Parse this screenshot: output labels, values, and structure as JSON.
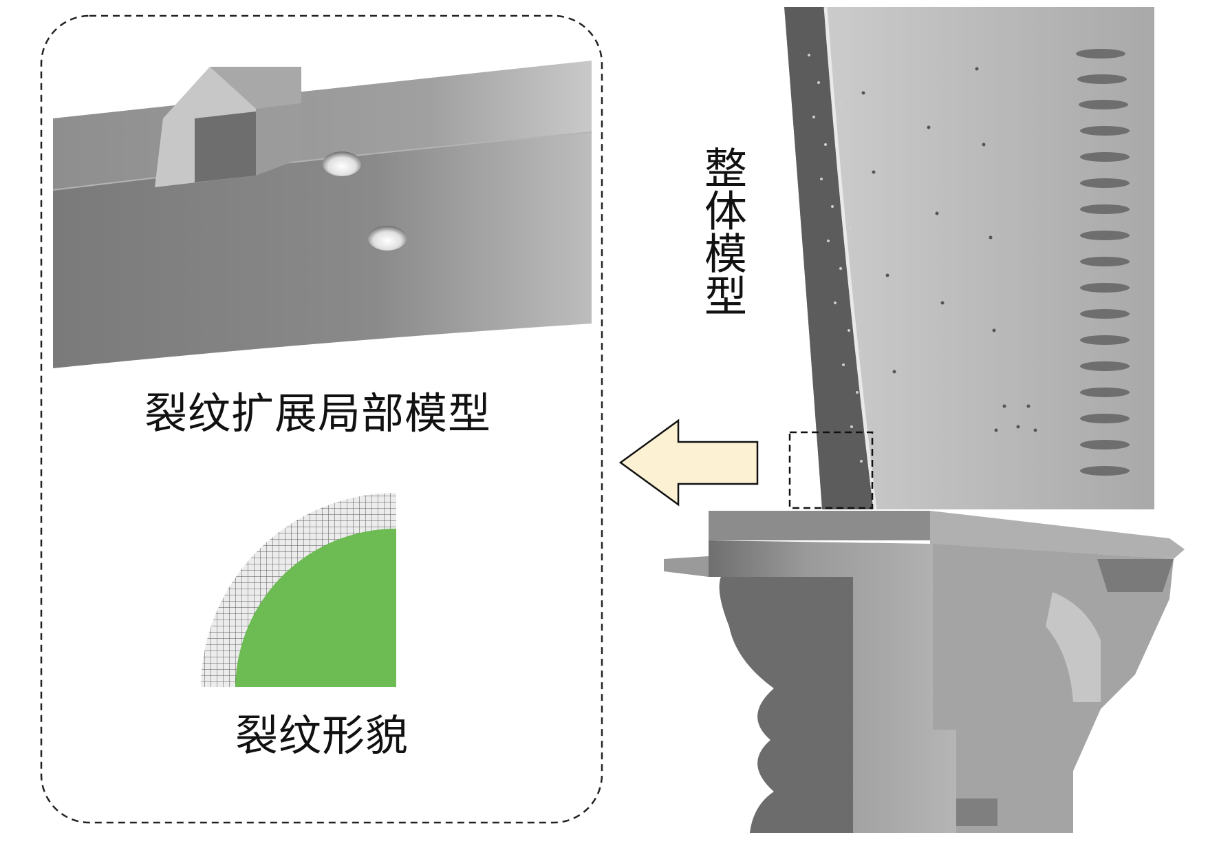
{
  "captions": {
    "local_model": "裂纹扩展局部模型",
    "crack_morphology": "裂纹形貌",
    "global_model": "整体模型"
  },
  "colors": {
    "arrow_fill": "#fdf1d4",
    "crack_green": "#6cbb53",
    "part_gray": "#8c8c8c",
    "dashed_border": "#222222"
  },
  "icons": {
    "arrow": "left-arrow-icon"
  }
}
